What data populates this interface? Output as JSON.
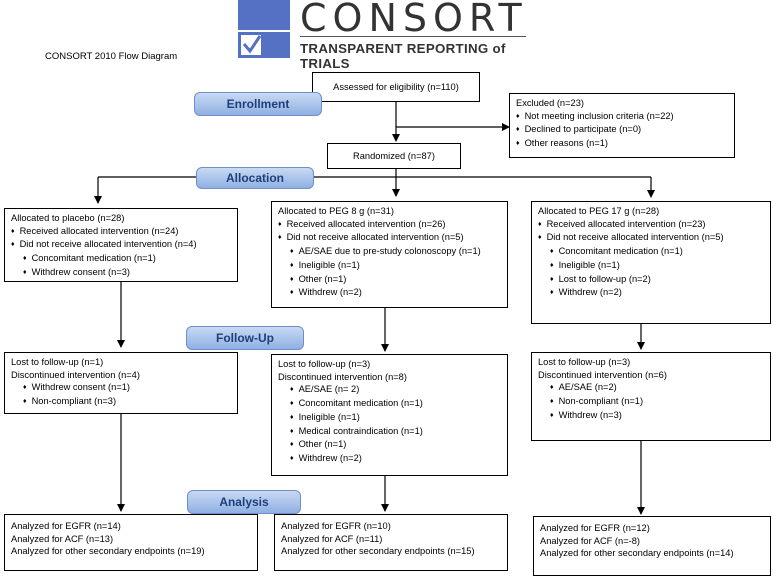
{
  "logo": {
    "word": "CONSORT",
    "tagline": "TRANSPARENT REPORTING of TRIALS",
    "colors": {
      "blue": "#5571c4",
      "dark": "#333333"
    }
  },
  "diagram_title": "CONSORT 2010 Flow Diagram",
  "phases": {
    "enrollment": "Enrollment",
    "allocation": "Allocation",
    "followup": "Follow-Up",
    "analysis": "Analysis"
  },
  "assessed": "Assessed for eligibility (n=110)",
  "excluded": {
    "title": "Excluded (n=23)",
    "items": [
      "Not meeting inclusion criteria (n=22)",
      "Declined to participate (n=0)",
      "Other reasons (n=1)"
    ]
  },
  "randomized": "Randomized (n=87)",
  "allocation": {
    "placebo": {
      "title": "Allocated to placebo (n=28)",
      "received": "Received allocated intervention (n=24)",
      "not_received": "Did not receive allocated intervention (n=4)",
      "reasons": [
        "Concomitant medication (n=1)",
        "Withdrew consent (n=3)"
      ]
    },
    "peg8": {
      "title": "Allocated to PEG 8 g (n=31)",
      "received": "Received allocated intervention (n=26)",
      "not_received": "Did not receive allocated intervention (n=5)",
      "reasons": [
        "AE/SAE due to pre-study colonoscopy (n=1)",
        "Ineligible (n=1)",
        "Other (n=1)",
        "Withdrew (n=2)"
      ]
    },
    "peg17": {
      "title": "Allocated to PEG 17 g (n=28)",
      "received": "Received allocated intervention (n=23)",
      "not_received": "Did not receive allocated intervention (n=5)",
      "reasons": [
        "Concomitant medication (n=1)",
        "Ineligible (n=1)",
        "Lost to follow-up (n=2)",
        "Withdrew (n=2)"
      ]
    }
  },
  "followup": {
    "placebo": {
      "lost": "Lost to follow-up (n=1)",
      "discontinued": "Discontinued intervention (n=4)",
      "reasons": [
        "Withdrew consent (n=1)",
        "Non-compliant (n=3)"
      ]
    },
    "peg8": {
      "lost": "Lost to follow-up (n=3)",
      "discontinued": "Discontinued intervention (n=8)",
      "reasons": [
        "AE/SAE (n= 2)",
        "Concomitant medication (n=1)",
        "Ineligible (n=1)",
        "Medical contraindication (n=1)",
        "Other (n=1)",
        "Withdrew (n=2)"
      ]
    },
    "peg17": {
      "lost": "Lost to follow-up (n=3)",
      "discontinued": "Discontinued intervention (n=6)",
      "reasons": [
        "AE/SAE (n=2)",
        "Non-compliant (n=1)",
        "Withdrew (n=3)"
      ]
    }
  },
  "analysis": {
    "placebo": [
      "Analyzed for EGFR (n=14)",
      "Analyzed for ACF (n=13)",
      "Analyzed for other secondary endpoints (n=19)"
    ],
    "peg8": [
      "Analyzed for EGFR (n=10)",
      "Analyzed for ACF (n=11)",
      "Analyzed for other secondary endpoints (n=15)"
    ],
    "peg17": [
      "Analyzed for EGFR (n=12)",
      "Analyzed for ACF (n=-8)",
      "Analyzed for other secondary endpoints (n=14)"
    ]
  }
}
